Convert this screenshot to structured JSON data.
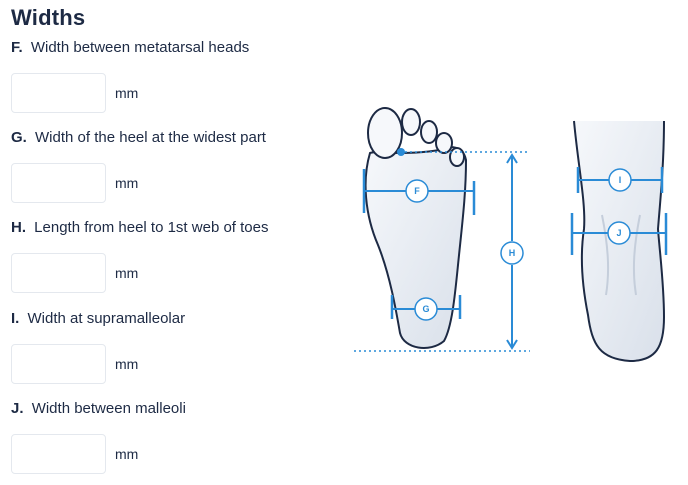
{
  "section": {
    "title": "Widths"
  },
  "fields": [
    {
      "letter": "F.",
      "label": "Width between metatarsal heads",
      "value": "",
      "unit": "mm"
    },
    {
      "letter": "G.",
      "label": "Width of the heel at the widest part",
      "value": "",
      "unit": "mm"
    },
    {
      "letter": "H.",
      "label": "Length from heel to 1st web of toes",
      "value": "",
      "unit": "mm"
    },
    {
      "letter": "I.",
      "label": "Width at supramalleolar",
      "value": "",
      "unit": "mm"
    },
    {
      "letter": "J.",
      "label": "Width between malleoli",
      "value": "",
      "unit": "mm"
    }
  ],
  "diagram": {
    "markers": {
      "f": "F",
      "g": "G",
      "h": "H",
      "i": "I",
      "j": "J"
    },
    "colors": {
      "accent": "#2a8bd6",
      "outline": "#1d2a44",
      "fill": "#e8edf4"
    }
  }
}
